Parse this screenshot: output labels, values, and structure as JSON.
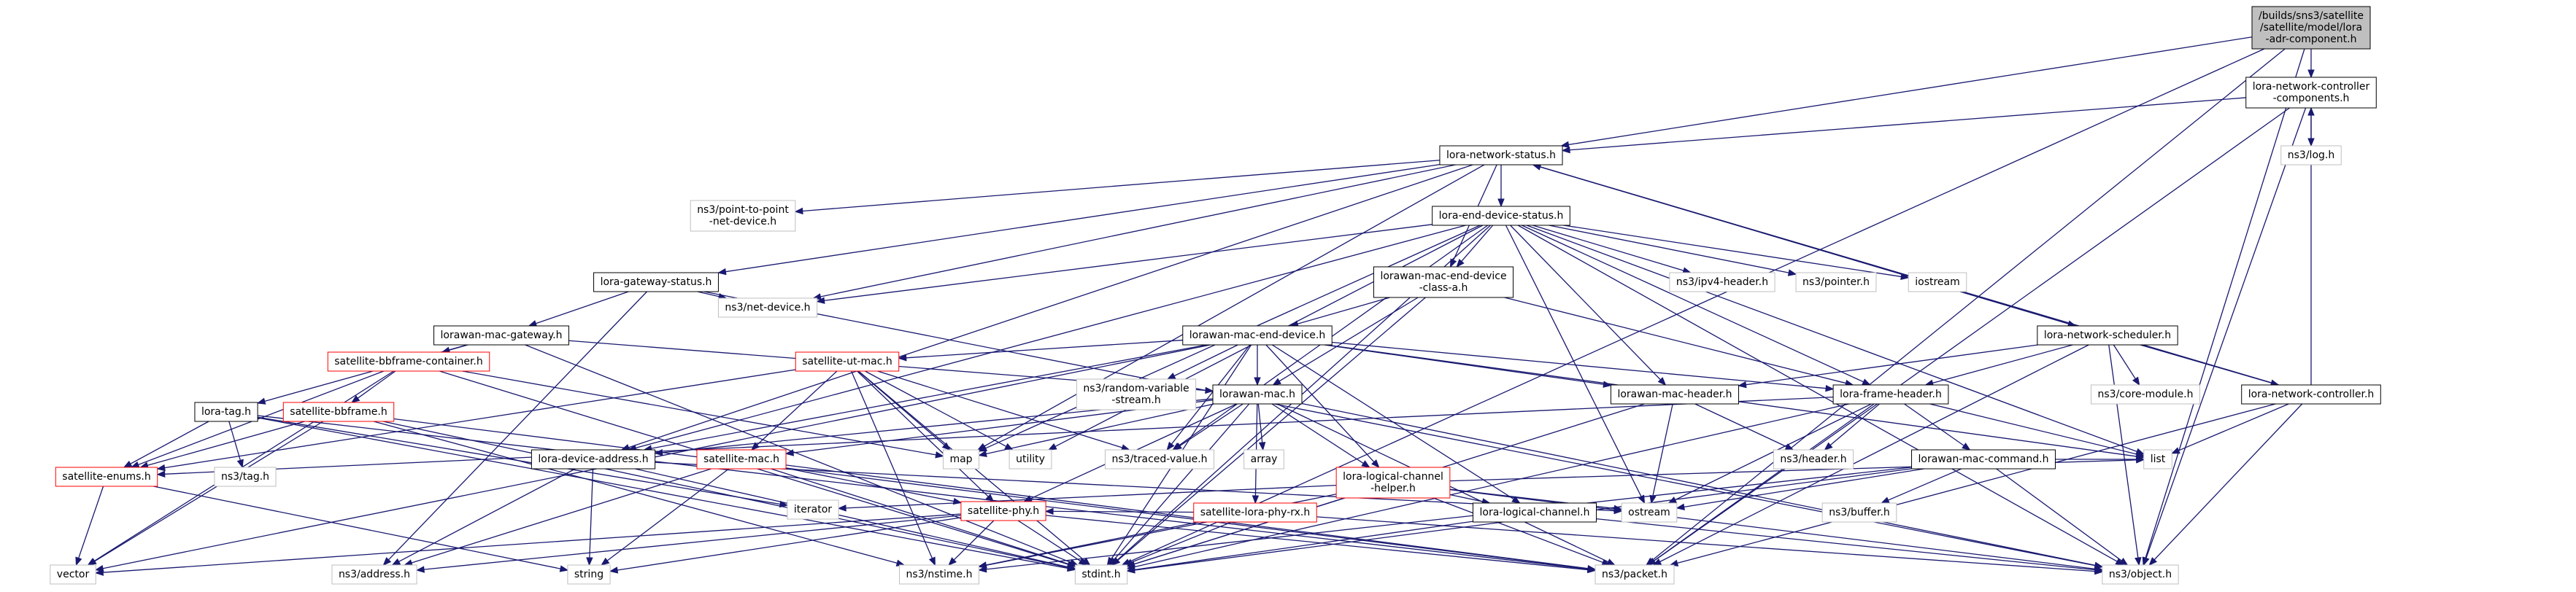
{
  "colors": {
    "arrow": "#191970",
    "border_normal": "#000000",
    "border_missing": "#bfbfbf",
    "border_truncated": "#ff0000",
    "fill_root": "#bfbfbf",
    "fill_default": "#ffffff"
  },
  "nodes": [
    {
      "id": "root",
      "lines": [
        "/builds/sns3/satellite",
        "/satellite/model/lora",
        "-adr-component.h"
      ],
      "kind": "root"
    },
    {
      "id": "ncc",
      "lines": [
        "lora-network-controller",
        "-components.h"
      ],
      "kind": "normal"
    },
    {
      "id": "nstatus",
      "lines": [
        "lora-network-status.h"
      ],
      "kind": "normal"
    },
    {
      "id": "log",
      "lines": [
        "ns3/log.h"
      ],
      "kind": "missing"
    },
    {
      "id": "p2p",
      "lines": [
        "ns3/point-to-point",
        "-net-device.h"
      ],
      "kind": "missing"
    },
    {
      "id": "eds",
      "lines": [
        "lora-end-device-status.h"
      ],
      "kind": "normal"
    },
    {
      "id": "gws",
      "lines": [
        "lora-gateway-status.h"
      ],
      "kind": "normal"
    },
    {
      "id": "classa",
      "lines": [
        "lorawan-mac-end-device",
        "-class-a.h"
      ],
      "kind": "normal"
    },
    {
      "id": "ipv4",
      "lines": [
        "ns3/ipv4-header.h"
      ],
      "kind": "missing"
    },
    {
      "id": "pointer",
      "lines": [
        "ns3/pointer.h"
      ],
      "kind": "missing"
    },
    {
      "id": "iostream",
      "lines": [
        "iostream"
      ],
      "kind": "missing"
    },
    {
      "id": "netdev",
      "lines": [
        "ns3/net-device.h"
      ],
      "kind": "missing"
    },
    {
      "id": "macgw",
      "lines": [
        "lorawan-mac-gateway.h"
      ],
      "kind": "normal"
    },
    {
      "id": "maced",
      "lines": [
        "lorawan-mac-end-device.h"
      ],
      "kind": "normal"
    },
    {
      "id": "sched",
      "lines": [
        "lora-network-scheduler.h"
      ],
      "kind": "normal"
    },
    {
      "id": "rvs",
      "lines": [
        "ns3/random-variable",
        "-stream.h"
      ],
      "kind": "missing"
    },
    {
      "id": "utmac",
      "lines": [
        "satellite-ut-mac.h"
      ],
      "kind": "truncated"
    },
    {
      "id": "bbcont",
      "lines": [
        "satellite-bbframe-container.h"
      ],
      "kind": "truncated"
    },
    {
      "id": "macheader",
      "lines": [
        "lorawan-mac-header.h"
      ],
      "kind": "normal"
    },
    {
      "id": "frameheader",
      "lines": [
        "lora-frame-header.h"
      ],
      "kind": "normal"
    },
    {
      "id": "coremod",
      "lines": [
        "ns3/core-module.h"
      ],
      "kind": "missing"
    },
    {
      "id": "nctrl",
      "lines": [
        "lora-network-controller.h"
      ],
      "kind": "normal"
    },
    {
      "id": "lorawanmac",
      "lines": [
        "lorawan-mac.h"
      ],
      "kind": "normal"
    },
    {
      "id": "tag",
      "lines": [
        "lora-tag.h"
      ],
      "kind": "normal"
    },
    {
      "id": "bbframe",
      "lines": [
        "satellite-bbframe.h"
      ],
      "kind": "truncated"
    },
    {
      "id": "devaddr",
      "lines": [
        "lora-device-address.h"
      ],
      "kind": "normal"
    },
    {
      "id": "map",
      "lines": [
        "map"
      ],
      "kind": "missing"
    },
    {
      "id": "utility",
      "lines": [
        "utility"
      ],
      "kind": "missing"
    },
    {
      "id": "traced",
      "lines": [
        "ns3/traced-value.h"
      ],
      "kind": "missing"
    },
    {
      "id": "satmac",
      "lines": [
        "satellite-mac.h"
      ],
      "kind": "truncated"
    },
    {
      "id": "array",
      "lines": [
        "array"
      ],
      "kind": "missing"
    },
    {
      "id": "lchelper",
      "lines": [
        "lora-logical-channel",
        "-helper.h"
      ],
      "kind": "truncated"
    },
    {
      "id": "header",
      "lines": [
        "ns3/header.h"
      ],
      "kind": "missing"
    },
    {
      "id": "maccmd",
      "lines": [
        "lorawan-mac-command.h"
      ],
      "kind": "normal"
    },
    {
      "id": "list",
      "lines": [
        "list"
      ],
      "kind": "missing"
    },
    {
      "id": "nstag",
      "lines": [
        "ns3/tag.h"
      ],
      "kind": "missing"
    },
    {
      "id": "satenums",
      "lines": [
        "satellite-enums.h"
      ],
      "kind": "truncated"
    },
    {
      "id": "iterator",
      "lines": [
        "iterator"
      ],
      "kind": "missing"
    },
    {
      "id": "satphy",
      "lines": [
        "satellite-phy.h"
      ],
      "kind": "truncated"
    },
    {
      "id": "lchan",
      "lines": [
        "lora-logical-channel.h"
      ],
      "kind": "normal"
    },
    {
      "id": "lphyrx",
      "lines": [
        "satellite-lora-phy-rx.h"
      ],
      "kind": "truncated"
    },
    {
      "id": "ostream",
      "lines": [
        "ostream"
      ],
      "kind": "missing"
    },
    {
      "id": "buffer",
      "lines": [
        "ns3/buffer.h"
      ],
      "kind": "missing"
    },
    {
      "id": "vector",
      "lines": [
        "vector"
      ],
      "kind": "missing"
    },
    {
      "id": "string",
      "lines": [
        "string"
      ],
      "kind": "missing"
    },
    {
      "id": "address",
      "lines": [
        "ns3/address.h"
      ],
      "kind": "missing"
    },
    {
      "id": "nstime",
      "lines": [
        "ns3/nstime.h"
      ],
      "kind": "missing"
    },
    {
      "id": "stdint",
      "lines": [
        "stdint.h"
      ],
      "kind": "missing"
    },
    {
      "id": "packet",
      "lines": [
        "ns3/packet.h"
      ],
      "kind": "missing"
    },
    {
      "id": "object",
      "lines": [
        "ns3/object.h"
      ],
      "kind": "missing"
    }
  ],
  "edges": [
    [
      "root",
      "ncc"
    ],
    [
      "root",
      "nstatus"
    ],
    [
      "root",
      "packet"
    ],
    [
      "root",
      "object"
    ],
    [
      "root",
      "stdint"
    ],
    [
      "ncc",
      "nstatus"
    ],
    [
      "ncc",
      "log"
    ],
    [
      "ncc",
      "packet"
    ],
    [
      "ncc",
      "object"
    ],
    [
      "nstatus",
      "eds"
    ],
    [
      "nstatus",
      "gws"
    ],
    [
      "nstatus",
      "p2p"
    ],
    [
      "nstatus",
      "classa"
    ],
    [
      "nstatus",
      "devaddr"
    ],
    [
      "nstatus",
      "netdev"
    ],
    [
      "nstatus",
      "sched"
    ],
    [
      "nstatus",
      "map"
    ],
    [
      "eds",
      "classa"
    ],
    [
      "eds",
      "macheader"
    ],
    [
      "eds",
      "frameheader"
    ],
    [
      "eds",
      "ipv4"
    ],
    [
      "eds",
      "pointer"
    ],
    [
      "eds",
      "iostream"
    ],
    [
      "eds",
      "list"
    ],
    [
      "eds",
      "ostream"
    ],
    [
      "eds",
      "object"
    ],
    [
      "eds",
      "devaddr"
    ],
    [
      "eds",
      "netdev"
    ],
    [
      "eds",
      "utility"
    ],
    [
      "eds",
      "map"
    ],
    [
      "eds",
      "stdint"
    ],
    [
      "eds",
      "traced"
    ],
    [
      "gws",
      "macgw"
    ],
    [
      "gws",
      "netdev"
    ],
    [
      "gws",
      "object"
    ],
    [
      "gws",
      "address"
    ],
    [
      "classa",
      "maced"
    ],
    [
      "classa",
      "lorawanmac"
    ],
    [
      "classa",
      "frameheader"
    ],
    [
      "classa",
      "stdint"
    ],
    [
      "macgw",
      "lorawanmac"
    ],
    [
      "macgw",
      "bbcont"
    ],
    [
      "macgw",
      "tag"
    ],
    [
      "macgw",
      "stdint"
    ],
    [
      "maced",
      "lorawanmac"
    ],
    [
      "maced",
      "utmac"
    ],
    [
      "maced",
      "macheader"
    ],
    [
      "maced",
      "frameheader"
    ],
    [
      "maced",
      "devaddr"
    ],
    [
      "maced",
      "lchelper"
    ],
    [
      "maced",
      "lchan"
    ],
    [
      "maced",
      "rvs"
    ],
    [
      "maced",
      "traced"
    ],
    [
      "maced",
      "list"
    ],
    [
      "maced",
      "vector"
    ],
    [
      "maced",
      "stdint"
    ],
    [
      "sched",
      "nstatus"
    ],
    [
      "sched",
      "frameheader"
    ],
    [
      "sched",
      "macheader"
    ],
    [
      "sched",
      "nctrl"
    ],
    [
      "sched",
      "coremod"
    ],
    [
      "sched",
      "packet"
    ],
    [
      "sched",
      "object"
    ],
    [
      "nctrl",
      "ncc"
    ],
    [
      "nctrl",
      "nstatus"
    ],
    [
      "nctrl",
      "list"
    ],
    [
      "nctrl",
      "packet"
    ],
    [
      "nctrl",
      "object"
    ],
    [
      "utmac",
      "map"
    ],
    [
      "utmac",
      "utility"
    ],
    [
      "utmac",
      "satmac"
    ],
    [
      "utmac",
      "satphy"
    ],
    [
      "utmac",
      "satenums"
    ],
    [
      "utmac",
      "stdint"
    ],
    [
      "utmac",
      "traced"
    ],
    [
      "utmac",
      "nstime"
    ],
    [
      "bbcont",
      "bbframe"
    ],
    [
      "bbcont",
      "satenums"
    ],
    [
      "bbcont",
      "map"
    ],
    [
      "bbcont",
      "vector"
    ],
    [
      "bbcont",
      "stdint"
    ],
    [
      "bbframe",
      "satenums"
    ],
    [
      "bbframe",
      "vector"
    ],
    [
      "bbframe",
      "packet"
    ],
    [
      "bbframe",
      "stdint"
    ],
    [
      "bbframe",
      "nstime"
    ],
    [
      "tag",
      "satenums"
    ],
    [
      "tag",
      "nstag"
    ],
    [
      "tag",
      "stdint"
    ],
    [
      "tag",
      "iterator"
    ],
    [
      "tag",
      "packet"
    ],
    [
      "lorawanmac",
      "satmac"
    ],
    [
      "lorawanmac",
      "lphyrx"
    ],
    [
      "lorawanmac",
      "lchelper"
    ],
    [
      "lorawanmac",
      "satphy"
    ],
    [
      "lorawanmac",
      "devaddr"
    ],
    [
      "lorawanmac",
      "array"
    ],
    [
      "lorawanmac",
      "map"
    ],
    [
      "lorawanmac",
      "packet"
    ],
    [
      "lorawanmac",
      "stdint"
    ],
    [
      "lorawanmac",
      "object"
    ],
    [
      "lorawanmac",
      "traced"
    ],
    [
      "macheader",
      "header"
    ],
    [
      "macheader",
      "ostream"
    ],
    [
      "macheader",
      "stdint"
    ],
    [
      "frameheader",
      "header"
    ],
    [
      "frameheader",
      "maccmd"
    ],
    [
      "frameheader",
      "satenums"
    ],
    [
      "frameheader",
      "list"
    ],
    [
      "frameheader",
      "ostream"
    ],
    [
      "frameheader",
      "stdint"
    ],
    [
      "frameheader",
      "packet"
    ],
    [
      "maccmd",
      "ostream"
    ],
    [
      "maccmd",
      "buffer"
    ],
    [
      "maccmd",
      "list"
    ],
    [
      "maccmd",
      "stdint"
    ],
    [
      "maccmd",
      "object"
    ],
    [
      "maccmd",
      "nstime"
    ],
    [
      "devaddr",
      "address"
    ],
    [
      "devaddr",
      "string"
    ],
    [
      "devaddr",
      "stdint"
    ],
    [
      "devaddr",
      "ostream"
    ],
    [
      "satmac",
      "satphy"
    ],
    [
      "satmac",
      "address"
    ],
    [
      "satmac",
      "string"
    ],
    [
      "satmac",
      "stdint"
    ],
    [
      "satmac",
      "packet"
    ],
    [
      "satphy",
      "vector"
    ],
    [
      "satphy",
      "address"
    ],
    [
      "satphy",
      "string"
    ],
    [
      "satphy",
      "nstime"
    ],
    [
      "satphy",
      "stdint"
    ],
    [
      "satphy",
      "packet"
    ],
    [
      "lchelper",
      "lchan"
    ],
    [
      "lchelper",
      "iterator"
    ],
    [
      "lchelper",
      "list"
    ],
    [
      "lchelper",
      "ostream"
    ],
    [
      "lchelper",
      "packet"
    ],
    [
      "lchelper",
      "nstime"
    ],
    [
      "lchelper",
      "stdint"
    ],
    [
      "lchelper",
      "object"
    ],
    [
      "lchan",
      "stdint"
    ],
    [
      "lchan",
      "object"
    ],
    [
      "lphyrx",
      "satphy"
    ],
    [
      "lphyrx",
      "nstime"
    ],
    [
      "lphyrx",
      "stdint"
    ],
    [
      "lphyrx",
      "object"
    ],
    [
      "satenums",
      "vector"
    ],
    [
      "satenums",
      "string"
    ]
  ]
}
